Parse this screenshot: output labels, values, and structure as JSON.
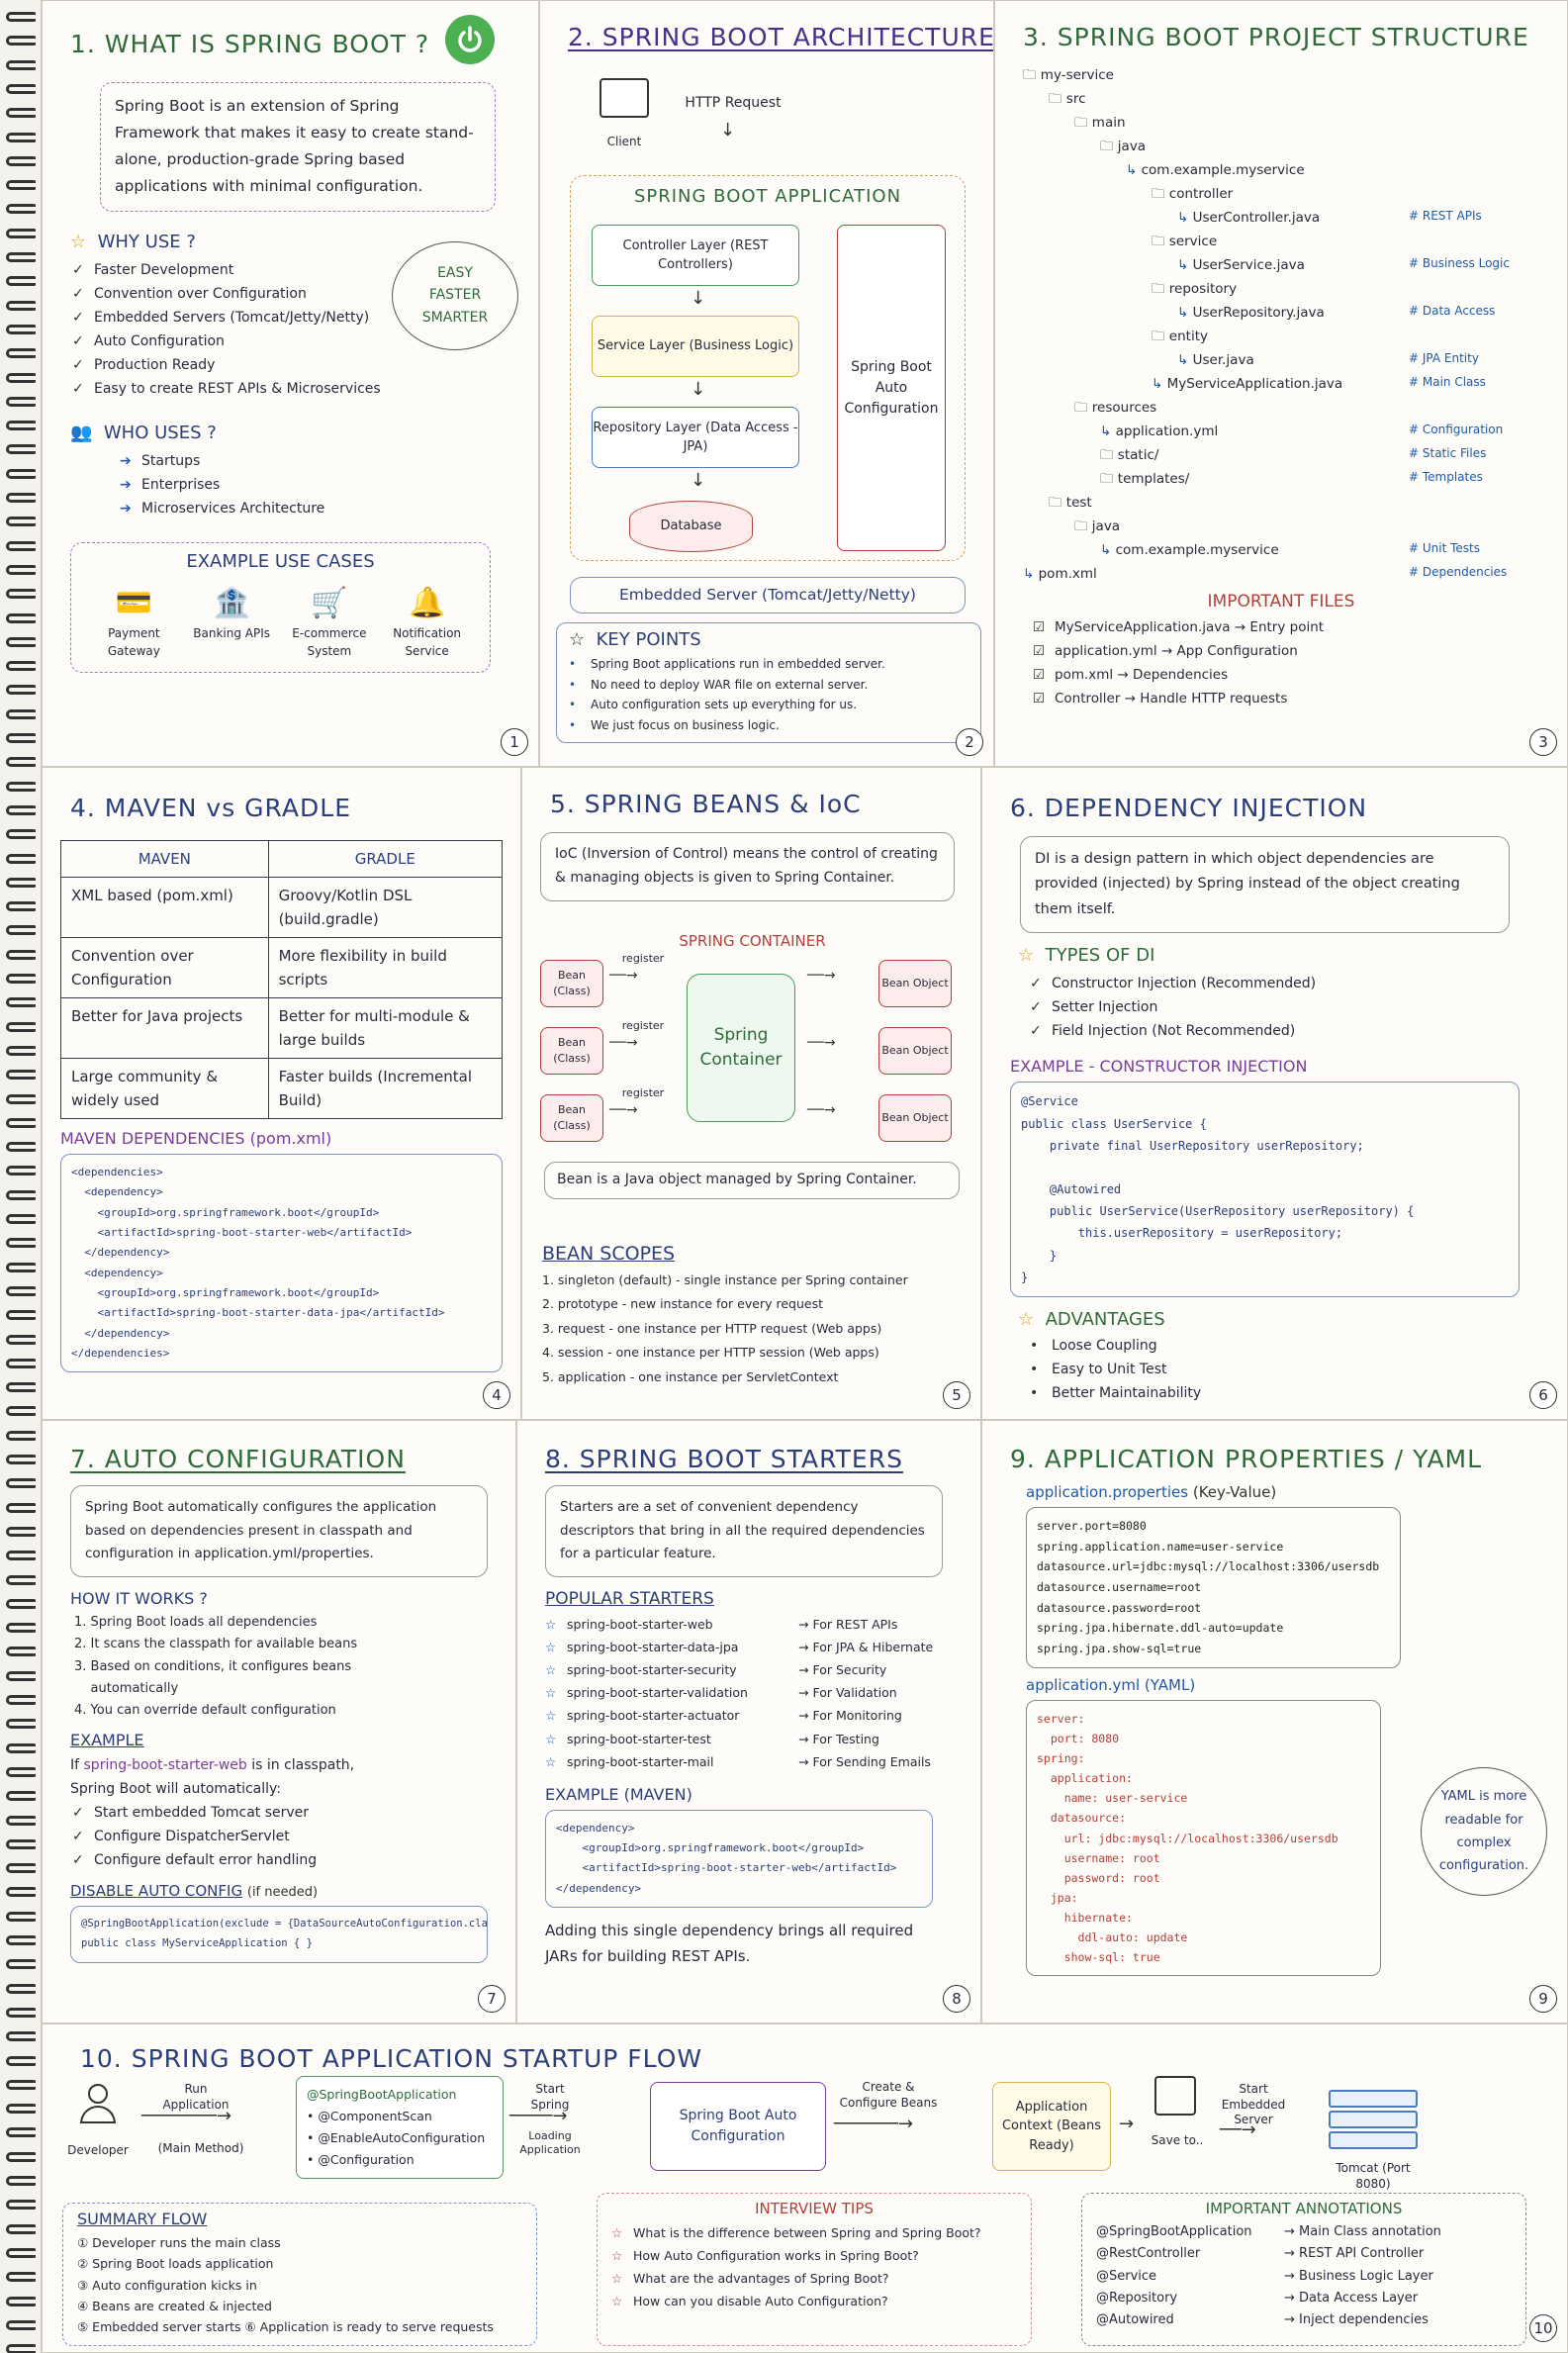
{
  "p1": {
    "title": "1. WHAT IS SPRING BOOT ?",
    "intro": "Spring Boot is an extension of Spring Framework that makes it easy to create stand-alone, production-grade Spring based applications with minimal configuration.",
    "why_title": "WHY USE ?",
    "why": [
      "Faster Development",
      "Convention over Configuration",
      "Embedded Servers (Tomcat/Jetty/Netty)",
      "Auto Configuration",
      "Production Ready",
      "Easy to create REST APIs & Microservices"
    ],
    "cloud": [
      "EASY",
      "FASTER",
      "SMARTER"
    ],
    "who_title": "WHO USES ?",
    "who": [
      "Startups",
      "Enterprises",
      "Microservices Architecture"
    ],
    "uses_title": "EXAMPLE USE CASES",
    "uses": [
      {
        "icon": "payment-icon",
        "label": "Payment Gateway"
      },
      {
        "icon": "bank-icon",
        "label": "Banking APIs"
      },
      {
        "icon": "cart-icon",
        "label": "E-commerce System"
      },
      {
        "icon": "bell-icon",
        "label": "Notification Service"
      }
    ],
    "num": "1"
  },
  "p2": {
    "title": "2. SPRING BOOT ARCHITECTURE",
    "client": "Client",
    "http": "HTTP Request",
    "app": "SPRING BOOT APPLICATION",
    "controller": "Controller Layer (REST Controllers)",
    "service": "Service Layer (Business Logic)",
    "repo": "Repository Layer (Data Access - JPA)",
    "db": "Database",
    "auto": "Spring Boot Auto Configuration",
    "embedded": "Embedded Server (Tomcat/Jetty/Netty)",
    "kp_title": "KEY POINTS",
    "kp": [
      "Spring Boot applications run in embedded server.",
      "No need to deploy WAR file on external server.",
      "Auto configuration sets up everything for us.",
      "We just focus on business logic."
    ],
    "num": "2"
  },
  "p3": {
    "title": "3. SPRING BOOT PROJECT STRUCTURE",
    "tree": [
      {
        "t": "my-service",
        "d": 0,
        "c": ""
      },
      {
        "t": "src",
        "d": 1,
        "c": ""
      },
      {
        "t": "main",
        "d": 2,
        "c": ""
      },
      {
        "t": "java",
        "d": 3,
        "c": ""
      },
      {
        "t": "com.example.myservice",
        "d": 4,
        "c": ""
      },
      {
        "t": "controller",
        "d": 5,
        "c": ""
      },
      {
        "t": "UserController.java",
        "d": 6,
        "c": "# REST APIs"
      },
      {
        "t": "service",
        "d": 5,
        "c": ""
      },
      {
        "t": "UserService.java",
        "d": 6,
        "c": "# Business Logic"
      },
      {
        "t": "repository",
        "d": 5,
        "c": ""
      },
      {
        "t": "UserRepository.java",
        "d": 6,
        "c": "# Data Access"
      },
      {
        "t": "entity",
        "d": 5,
        "c": ""
      },
      {
        "t": "User.java",
        "d": 6,
        "c": "# JPA Entity"
      },
      {
        "t": "MyServiceApplication.java",
        "d": 5,
        "c": "# Main Class"
      },
      {
        "t": "resources",
        "d": 2,
        "c": ""
      },
      {
        "t": "application.yml",
        "d": 3,
        "c": "# Configuration"
      },
      {
        "t": "static/",
        "d": 3,
        "c": "# Static Files"
      },
      {
        "t": "templates/",
        "d": 3,
        "c": "# Templates"
      },
      {
        "t": "test",
        "d": 1,
        "c": ""
      },
      {
        "t": "java",
        "d": 2,
        "c": ""
      },
      {
        "t": "com.example.myservice",
        "d": 3,
        "c": "# Unit Tests"
      },
      {
        "t": "pom.xml",
        "d": 0,
        "c": "# Dependencies"
      }
    ],
    "files_title": "IMPORTANT FILES",
    "files": [
      "MyServiceApplication.java → Entry point",
      "application.yml → App Configuration",
      "pom.xml → Dependencies",
      "Controller → Handle HTTP requests"
    ],
    "num": "3"
  },
  "p4": {
    "title": "4. MAVEN vs GRADLE",
    "head": [
      "MAVEN",
      "GRADLE"
    ],
    "rows": [
      [
        "XML based (pom.xml)",
        "Groovy/Kotlin DSL (build.gradle)"
      ],
      [
        "Convention over Configuration",
        "More flexibility in build scripts"
      ],
      [
        "Better for Java projects",
        "Better for multi-module & large builds"
      ],
      [
        "Large community & widely used",
        "Faster builds (Incremental Build)"
      ]
    ],
    "dep_title": "MAVEN DEPENDENCIES (pom.xml)",
    "code": "<dependencies>\n  <dependency>\n    <groupId>org.springframework.boot</groupId>\n    <artifactId>spring-boot-starter-web</artifactId>\n  </dependency>\n  <dependency>\n    <groupId>org.springframework.boot</groupId>\n    <artifactId>spring-boot-starter-data-jpa</artifactId>\n  </dependency>\n</dependencies>",
    "num": "4"
  },
  "p5": {
    "title": "5. SPRING BEANS & IoC",
    "intro": "IoC (Inversion of Control) means the control of creating & managing objects is given to Spring Container.",
    "container_title": "SPRING CONTAINER",
    "bean": "Bean (Class)",
    "register": "register",
    "container": "Spring Container",
    "obj": "Bean Object",
    "bean_def": "Bean is a Java object managed by Spring Container.",
    "scopes_title": "BEAN SCOPES",
    "scopes": [
      "1. singleton (default) - single instance per Spring container",
      "2. prototype - new instance for every request",
      "3. request - one instance per HTTP request (Web apps)",
      "4. session - one instance per HTTP session (Web apps)",
      "5. application - one instance per ServletContext"
    ],
    "num": "5"
  },
  "p6": {
    "title": "6. DEPENDENCY INJECTION",
    "intro": "DI is a design pattern in which object dependencies are provided (injected) by Spring instead of the object creating them itself.",
    "types_title": "TYPES OF DI",
    "types": [
      "Constructor Injection (Recommended)",
      "Setter Injection",
      "Field Injection (Not Recommended)"
    ],
    "ex_title": "EXAMPLE - CONSTRUCTOR INJECTION",
    "code": "@Service\npublic class UserService {\n    private final UserRepository userRepository;\n\n    @Autowired\n    public UserService(UserRepository userRepository) {\n        this.userRepository = userRepository;\n    }\n}",
    "adv_title": "ADVANTAGES",
    "adv": [
      "Loose Coupling",
      "Easy to Unit Test",
      "Better Maintainability"
    ],
    "num": "6"
  },
  "p7": {
    "title": "7. AUTO CONFIGURATION",
    "intro": "Spring Boot automatically configures the application based on dependencies present in classpath and configuration in application.yml/properties.",
    "how_title": "HOW IT WORKS ?",
    "how": [
      "1. Spring Boot loads all dependencies",
      "2. It scans the classpath for available beans",
      "3. Based on conditions, it configures beans",
      "    automatically",
      "4. You can override default configuration"
    ],
    "ex_title": "EXAMPLE",
    "ex_line1a": "If",
    "ex_line1b": "spring-boot-starter-web",
    "ex_line1c": "is in classpath,",
    "ex_line2": "Spring Boot will automatically:",
    "ex": [
      "Start embedded Tomcat server",
      "Configure DispatcherServlet",
      "Configure default error handling"
    ],
    "dis_title": "DISABLE AUTO CONFIG",
    "dis_note": "(if needed)",
    "code": "@SpringBootApplication(exclude = {DataSourceAutoConfiguration.class})\npublic class MyServiceApplication { }",
    "num": "7"
  },
  "p8": {
    "title": "8. SPRING BOOT STARTERS",
    "intro": "Starters are a set of convenient dependency descriptors that bring in all the required dependencies for a particular feature.",
    "pop_title": "POPULAR STARTERS",
    "starters": [
      [
        "spring-boot-starter-web",
        "For REST APIs"
      ],
      [
        "spring-boot-starter-data-jpa",
        "For JPA & Hibernate"
      ],
      [
        "spring-boot-starter-security",
        "For Security"
      ],
      [
        "spring-boot-starter-validation",
        "For Validation"
      ],
      [
        "spring-boot-starter-actuator",
        "For Monitoring"
      ],
      [
        "spring-boot-starter-test",
        "For Testing"
      ],
      [
        "spring-boot-starter-mail",
        "For Sending Emails"
      ]
    ],
    "ex_title": "EXAMPLE (MAVEN)",
    "code": "<dependency>\n    <groupId>org.springframework.boot</groupId>\n    <artifactId>spring-boot-starter-web</artifactId>\n</dependency>",
    "outro": "Adding this single dependency brings all required JARs for building REST APIs.",
    "num": "8"
  },
  "p9": {
    "title": "9. APPLICATION PROPERTIES / YAML",
    "props_title": "application.properties",
    "props_note": "(Key-Value)",
    "props": "server.port=8080\nspring.application.name=user-service\ndatasource.url=jdbc:mysql://localhost:3306/usersdb\ndatasource.username=root\ndatasource.password=root\nspring.jpa.hibernate.ddl-auto=update\nspring.jpa.show-sql=true",
    "yml_title": "application.yml (YAML)",
    "yml": "server:\n  port: 8080\nspring:\n  application:\n    name: user-service\n  datasource:\n    url: jdbc:mysql://localhost:3306/usersdb\n    username: root\n    password: root\n  jpa:\n    hibernate:\n      ddl-auto: update\n    show-sql: true",
    "bubble": "YAML is more readable for complex configuration.",
    "num": "9"
  },
  "p10": {
    "title": "10. SPRING BOOT APPLICATION STARTUP FLOW",
    "developer": "Developer",
    "run": "Run Application",
    "main_method": "(Main Method)",
    "annot": [
      "@SpringBootApplication",
      "• @ComponentScan",
      "• @EnableAutoConfiguration",
      "• @Configuration"
    ],
    "start_spring": "Start Spring",
    "loading": "Loading Application",
    "auto": "Spring Boot Auto Configuration",
    "create": "Create & Configure Beans",
    "ctx": "Application Context (Beans Ready)",
    "save": "Save to..",
    "start_server": "Start Embedded Server",
    "tomcat": "Tomcat (Port 8080)",
    "sum_title": "SUMMARY FLOW",
    "sum": [
      "① Developer runs the main class",
      "② Spring Boot loads application",
      "③ Auto configuration kicks in",
      "④ Beans are created & injected",
      "⑤ Embedded server starts  ⑥ Application is ready to serve requests"
    ],
    "tips_title": "INTERVIEW TIPS",
    "tips": [
      "What is the difference between Spring and Spring Boot?",
      "How Auto Configuration works in Spring Boot?",
      "What are the advantages of Spring Boot?",
      "How can you disable Auto Configuration?"
    ],
    "ann_title": "IMPORTANT ANNOTATIONS",
    "ann": [
      [
        "@SpringBootApplication",
        "Main Class annotation"
      ],
      [
        "@RestController",
        "REST API Controller"
      ],
      [
        "@Service",
        "Business Logic Layer"
      ],
      [
        "@Repository",
        "Data Access Layer"
      ],
      [
        "@Autowired",
        "Inject dependencies"
      ]
    ],
    "num": "10"
  }
}
